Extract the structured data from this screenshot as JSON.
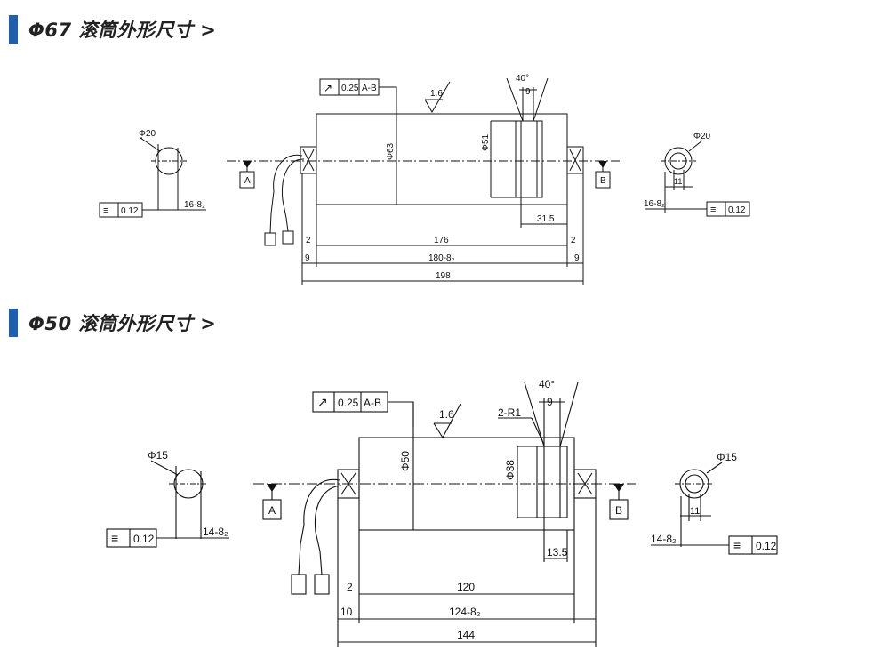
{
  "sections": [
    {
      "title": "Φ67 滚筒外形尺寸 >",
      "tol_runout": "0.25",
      "datum_ref": "A-B",
      "roughness": "1.6",
      "angle": "40°",
      "groove_w": "9",
      "dia_body": "Φ63",
      "dia_groove": "Φ51",
      "datum_a": "A",
      "datum_b": "B",
      "shaft_dia_left": "Φ20",
      "shaft_dia_right": "Φ20",
      "sym_tol_left": "0.12",
      "sym_tol_right": "0.12",
      "flat_left": "16-8₂",
      "flat_right": "16-8₂",
      "flat_w": "11",
      "dim_groove": "31.5",
      "dim_inner": "176",
      "dim_body": "180-8₂",
      "dim_total": "198",
      "dim_2_left": "2",
      "dim_2_right": "2",
      "dim_9_left": "9",
      "dim_9_right": "9",
      "sym_icon": "symmetry-icon",
      "runout_icon": "runout-arrow-icon"
    },
    {
      "title": "Φ50 滚筒外形尺寸 >",
      "tol_runout": "0.25",
      "datum_ref": "A-B",
      "roughness": "1.6",
      "angle": "40°",
      "groove_w": "9",
      "radius": "2-R1",
      "dia_body": "Φ50",
      "dia_groove": "Φ38",
      "datum_a": "A",
      "datum_b": "B",
      "shaft_dia_left": "Φ15",
      "shaft_dia_right": "Φ15",
      "sym_tol_left": "0.12",
      "sym_tol_right": "0.12",
      "flat_left": "14-8₂",
      "flat_right": "14-8₂",
      "flat_w": "11",
      "dim_groove": "13.5",
      "dim_inner": "120",
      "dim_body": "124-8₂",
      "dim_total": "144",
      "dim_2_left": "2",
      "dim_10_left": "10",
      "sym_icon": "symmetry-icon",
      "runout_icon": "runout-arrow-icon"
    }
  ]
}
